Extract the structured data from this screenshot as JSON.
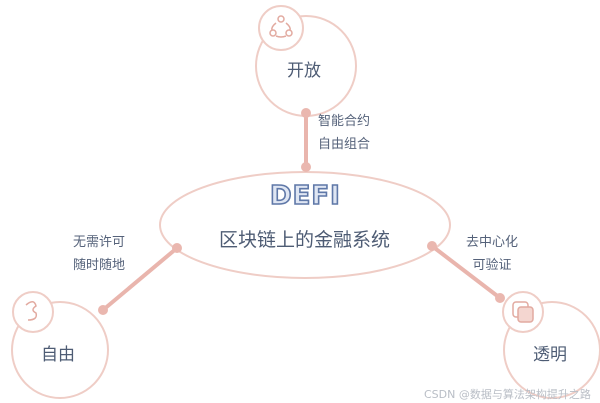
{
  "center": {
    "title": "DEFI",
    "subtitle": "区块链上的金融系统"
  },
  "nodes": [
    {
      "label": "开放",
      "icon": "share-icon",
      "edge_lines": [
        "智能合约",
        "自由组合"
      ]
    },
    {
      "label": "自由",
      "icon": "squiggle-icon",
      "edge_lines": [
        "无需许可",
        "随时随地"
      ]
    },
    {
      "label": "透明",
      "icon": "layers-icon",
      "edge_lines": [
        "去中心化",
        "可验证"
      ]
    }
  ],
  "watermark": "CSDN @数据与算法架构提升之路",
  "colors": {
    "stroke": "#efcdc6",
    "edge": "#e9b5ad",
    "text": "#4e5c74",
    "accent": "#5f78a8"
  }
}
